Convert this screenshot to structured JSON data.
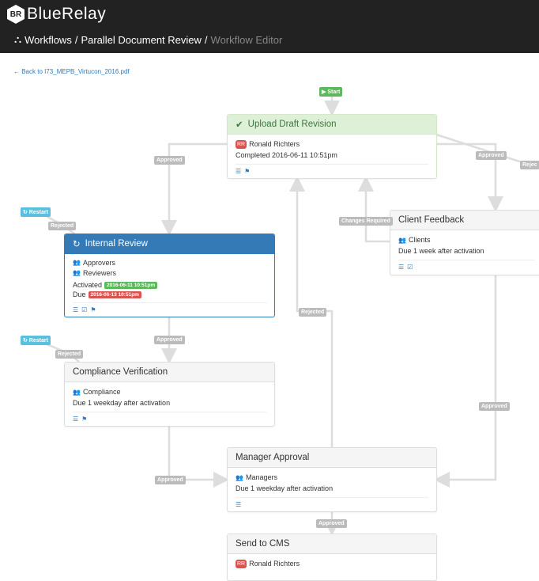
{
  "header": {
    "logo_mark": "BR",
    "brand": "BlueRelay",
    "breadcrumb": [
      "Workflows",
      "Parallel Document Review"
    ],
    "current": "Workflow Editor"
  },
  "back_link": "← Back to I73_MEPB_Virtucon_2016.pdf",
  "edge_labels": {
    "start": "▶ Start",
    "approved": "Approved",
    "rejected": "Rejected",
    "rejected_cut": "Rejec",
    "changes_required": "Changes Required",
    "restart": "↻ Restart"
  },
  "nodes": {
    "upload": {
      "title": "Upload Draft Revision",
      "initials": "RR",
      "assignee": "Ronald Richters",
      "status": "Completed 2016-06-11 10:51pm"
    },
    "client": {
      "title": "Client Feedback",
      "group": "Clients",
      "due": "Due 1 week after activation"
    },
    "internal": {
      "title": "Internal Review",
      "groups": [
        "Approvers",
        "Reviewers"
      ],
      "activated_label": "Activated",
      "activated": "2016-06-11 10:51pm",
      "due_label": "Due",
      "due": "2016-06-13 10:51pm"
    },
    "compliance": {
      "title": "Compliance Verification",
      "group": "Compliance",
      "due": "Due 1 weekday after activation"
    },
    "manager": {
      "title": "Manager Approval",
      "group": "Managers",
      "due": "Due 1 weekday after activation"
    },
    "cms": {
      "title": "Send to CMS",
      "initials": "RR",
      "assignee": "Ronald Richters"
    }
  },
  "colors": {
    "done": "#dff0d8",
    "active": "#337ab7",
    "edge": "#dddddd",
    "label": "#bbbbbb",
    "restart": "#5bc0de"
  }
}
